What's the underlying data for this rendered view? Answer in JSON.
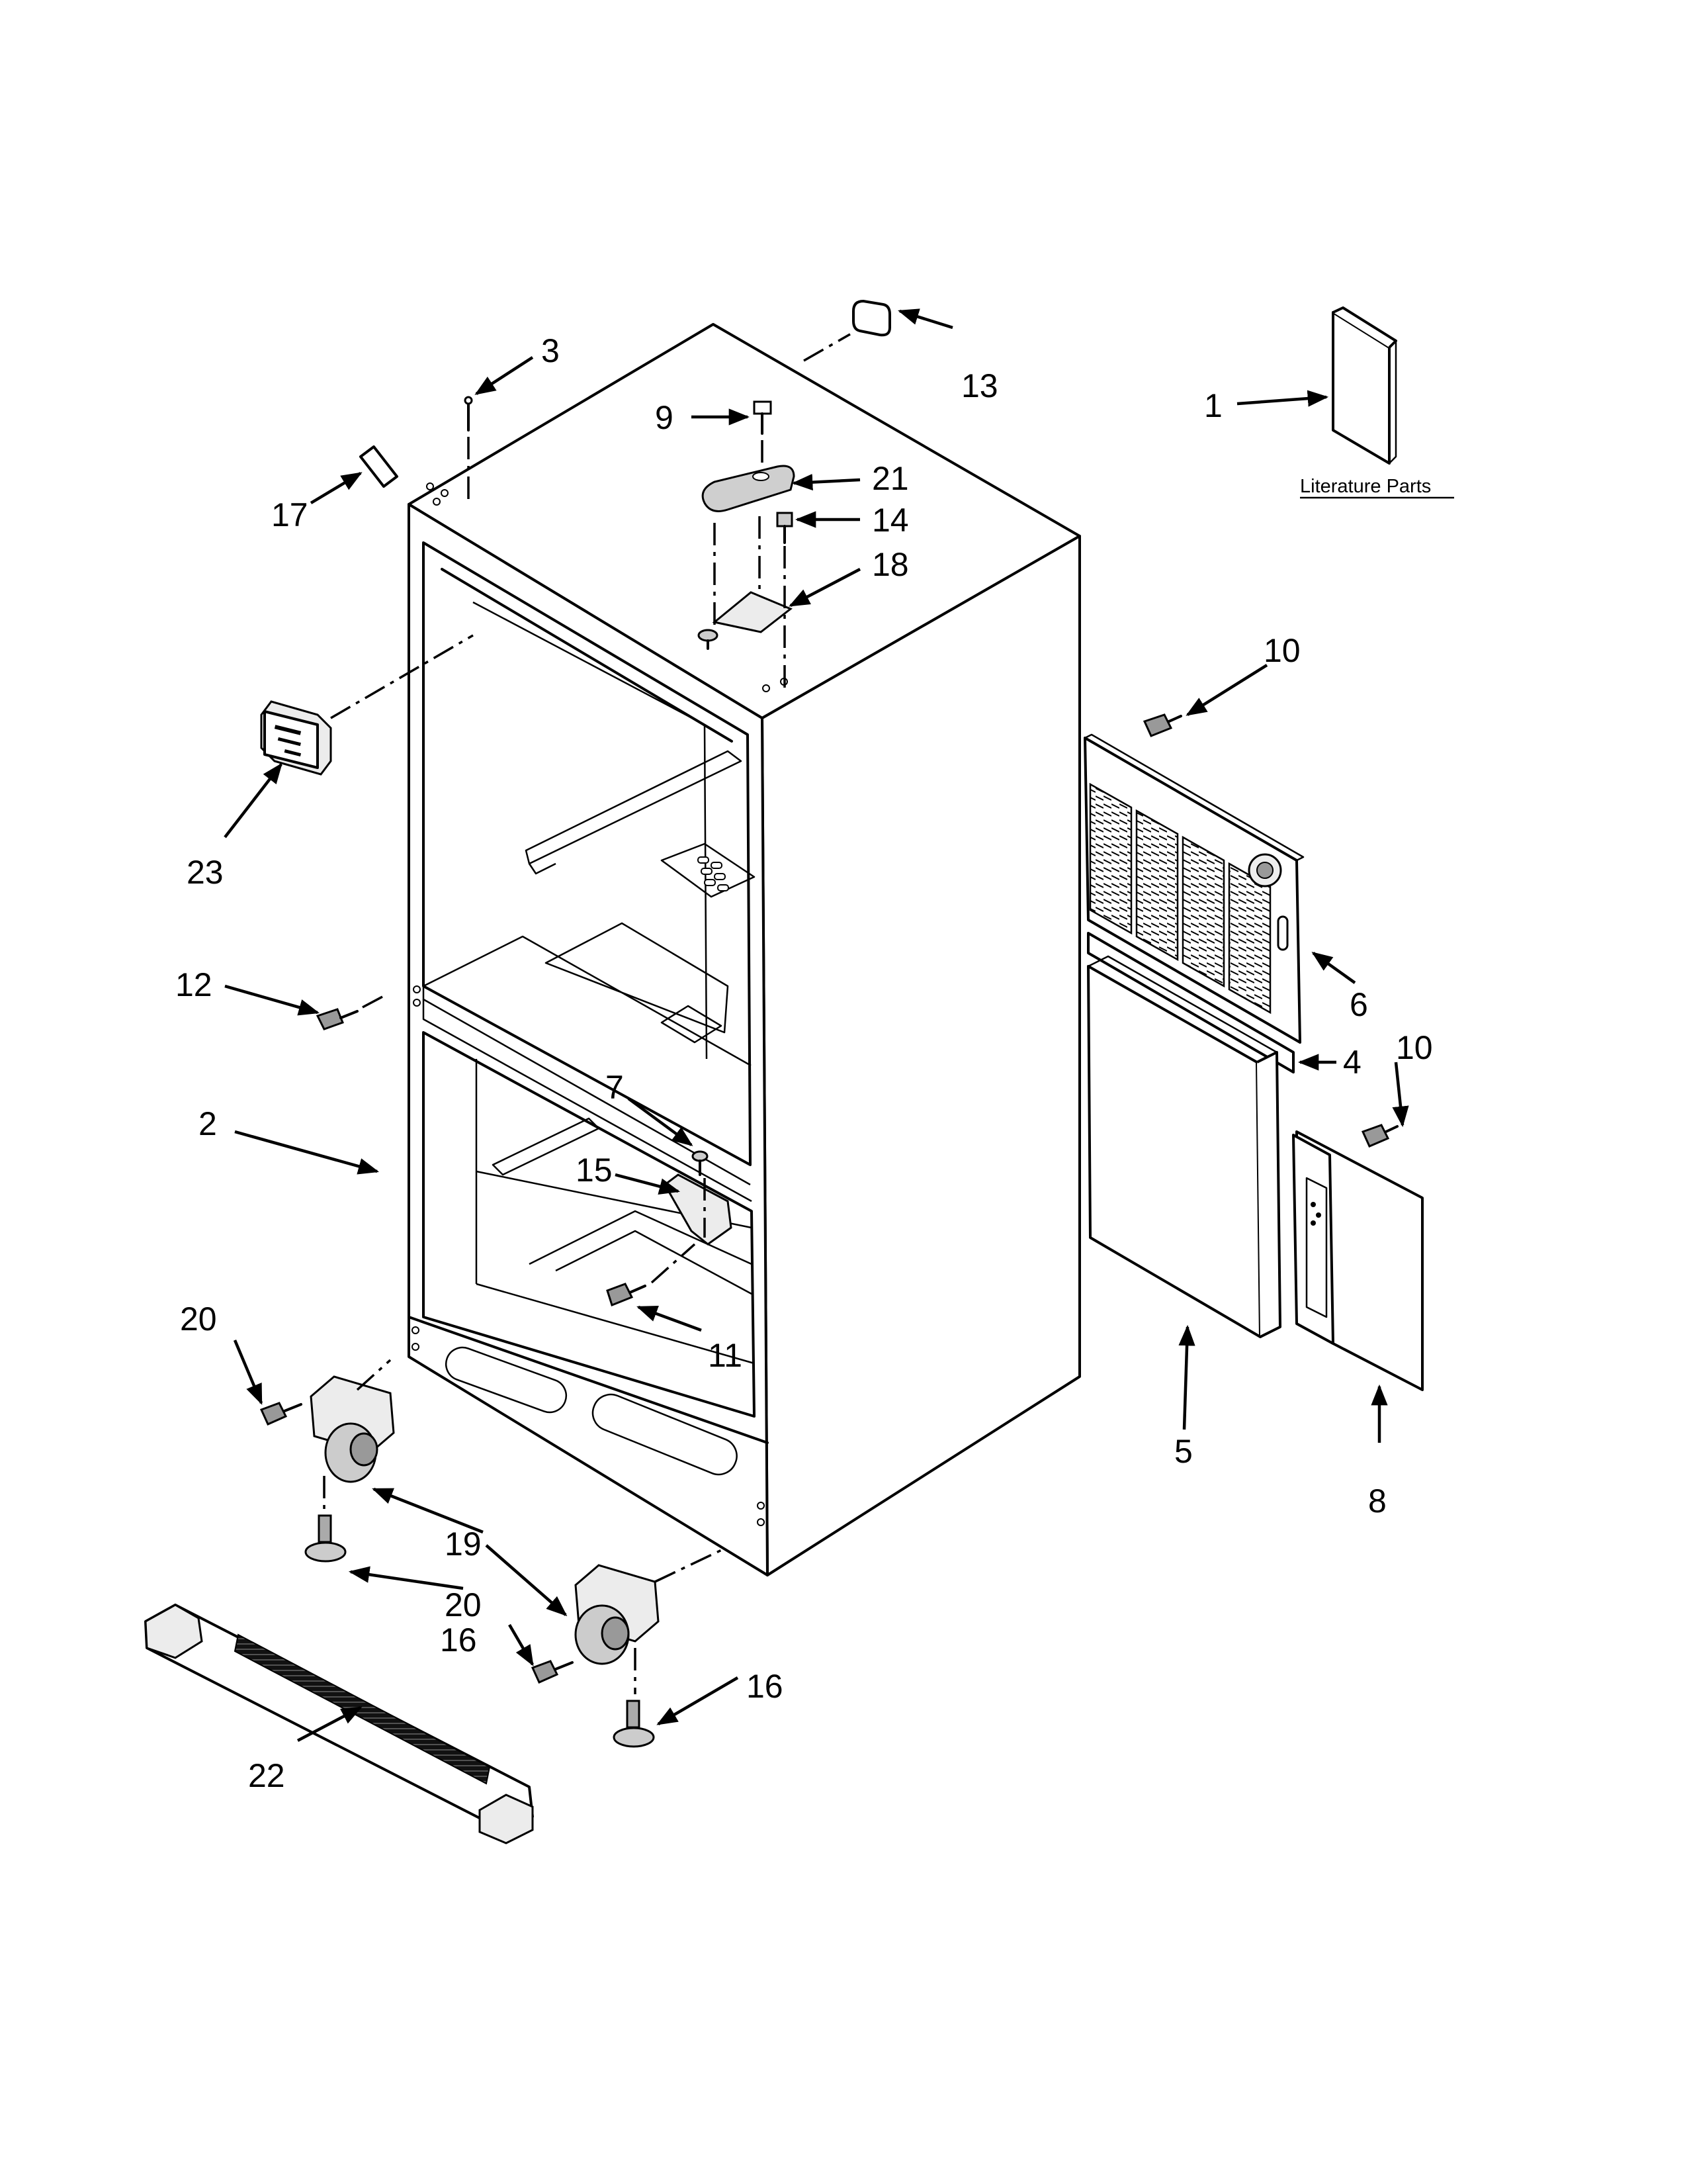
{
  "diagram": {
    "literature_label": "Literature Parts",
    "callouts": [
      {
        "id": "c1",
        "text": "1"
      },
      {
        "id": "c2",
        "text": "2"
      },
      {
        "id": "c3",
        "text": "3"
      },
      {
        "id": "c4",
        "text": "4"
      },
      {
        "id": "c5",
        "text": "5"
      },
      {
        "id": "c6",
        "text": "6"
      },
      {
        "id": "c7",
        "text": "7"
      },
      {
        "id": "c8",
        "text": "8"
      },
      {
        "id": "c9",
        "text": "9"
      },
      {
        "id": "c10a",
        "text": "10"
      },
      {
        "id": "c10b",
        "text": "10"
      },
      {
        "id": "c11",
        "text": "11"
      },
      {
        "id": "c12",
        "text": "12"
      },
      {
        "id": "c13",
        "text": "13"
      },
      {
        "id": "c14",
        "text": "14"
      },
      {
        "id": "c15",
        "text": "15"
      },
      {
        "id": "c16a",
        "text": "16"
      },
      {
        "id": "c16b",
        "text": "16"
      },
      {
        "id": "c17",
        "text": "17"
      },
      {
        "id": "c18",
        "text": "18"
      },
      {
        "id": "c19",
        "text": "19"
      },
      {
        "id": "c20a",
        "text": "20"
      },
      {
        "id": "c20b",
        "text": "20"
      },
      {
        "id": "c21",
        "text": "21"
      },
      {
        "id": "c22",
        "text": "22"
      },
      {
        "id": "c23",
        "text": "23"
      }
    ]
  }
}
